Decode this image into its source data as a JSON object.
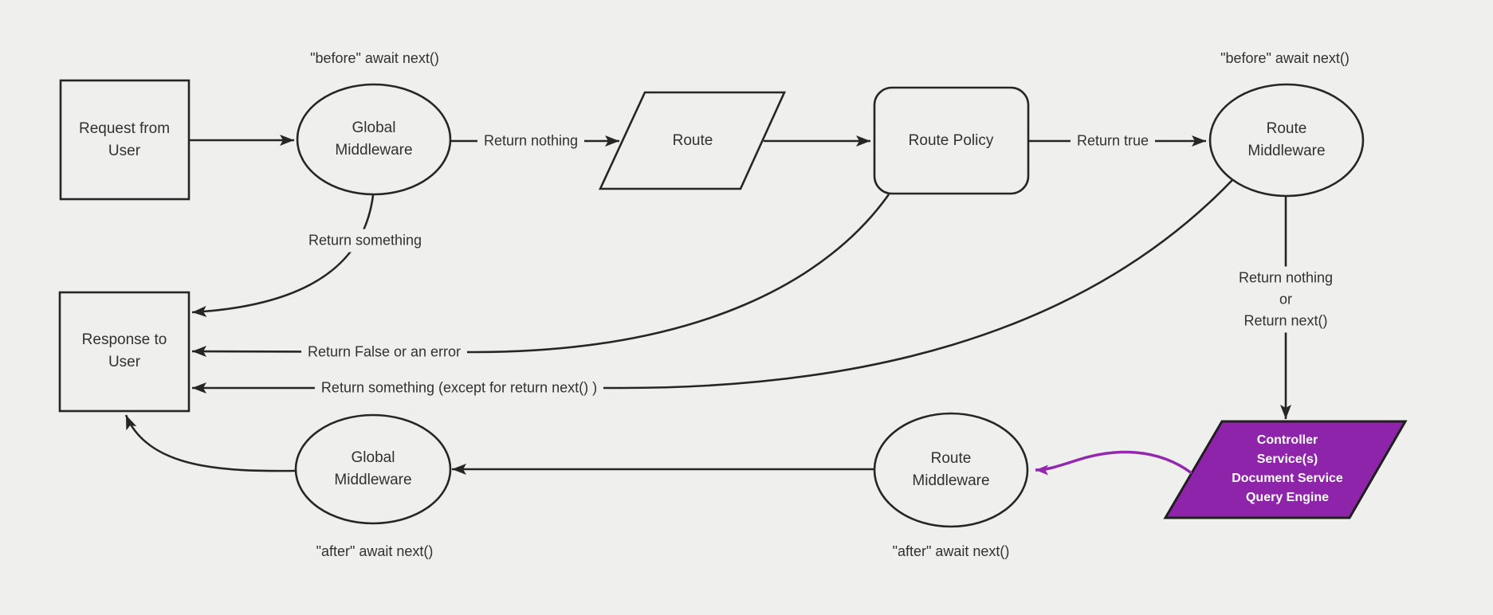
{
  "diagram": {
    "background": "#efefee",
    "line_color": "#262626",
    "text_color": "#313131",
    "purple_fill": "#8e24aa",
    "purple_line": "#9228ad",
    "nodes": {
      "request": {
        "label": "Request from\nUser"
      },
      "global_middleware_before": {
        "label": "Global\nMiddleware"
      },
      "route": {
        "label": "Route"
      },
      "route_policy": {
        "label": "Route Policy"
      },
      "route_middleware_before": {
        "label": "Route\nMiddleware"
      },
      "response": {
        "label": "Response to\nUser"
      },
      "controller": {
        "label": "Controller\nService(s)\nDocument Service\nQuery Engine"
      },
      "route_middleware_after": {
        "label": "Route\nMiddleware"
      },
      "global_middleware_after": {
        "label": "Global\nMiddleware"
      }
    },
    "labels": {
      "before_global": "\"before\" await next()",
      "before_route": "\"before\" await next()",
      "return_nothing": "Return nothing",
      "return_true": "Return true",
      "return_something": "Return something",
      "return_false": "Return False or an error",
      "return_something_except": "Return something (except for return next() )",
      "return_nothing_or_next": "Return nothing\nor\nReturn next()",
      "after_global": "\"after\" await next()",
      "after_route": "\"after\" await next()"
    }
  }
}
